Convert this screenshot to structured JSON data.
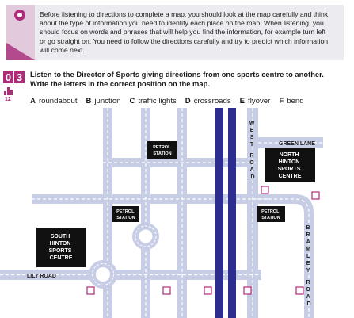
{
  "tip": {
    "icon": "target-icon",
    "lines": [
      "Before listening to directions to complete a map, you should look at the map carefully and think",
      "about the type of information you need to identify each place on the map. When listening, you",
      "should focus on words and phrases that will help you find the information, for example turn left",
      "or go straight on. You need to follow the directions carefully and try to predict which information",
      "will come next."
    ]
  },
  "exercise": {
    "num_1": "0",
    "num_2": "3",
    "track": "12",
    "instruction_1": "Listen to the Director of Sports giving directions from one sports centre to another.",
    "instruction_2": "Write the letters in the correct position on the map.",
    "options": [
      {
        "letter": "A",
        "text": "roundabout"
      },
      {
        "letter": "B",
        "text": "junction"
      },
      {
        "letter": "C",
        "text": "traffic lights"
      },
      {
        "letter": "D",
        "text": "crossroads"
      },
      {
        "letter": "E",
        "text": "flyover"
      },
      {
        "letter": "F",
        "text": "bend"
      }
    ]
  },
  "map": {
    "roads": {
      "green_lane": "GREEN LANE",
      "lily_road": "LILY ROAD",
      "west_road": [
        "W",
        "E",
        "S",
        "T",
        "",
        "R",
        "O",
        "A",
        "D"
      ],
      "bramley_road": [
        "B",
        "R",
        "A",
        "M",
        "L",
        "E",
        "Y",
        "",
        "R",
        "O",
        "A",
        "D"
      ]
    },
    "places": {
      "petrol_1": [
        "PETROL",
        "STATION"
      ],
      "petrol_2": [
        "PETROL",
        "STATION"
      ],
      "petrol_3": [
        "PETROL",
        "STATION"
      ],
      "north_hinton": [
        "NORTH",
        "HINTON",
        "SPORTS",
        "CENTRE"
      ],
      "south_hinton": [
        "SOUTH",
        "HINTON",
        "SPORTS",
        "CENTRE"
      ]
    },
    "colors": {
      "road": "#c8cde6",
      "road_mark": "#ffffff",
      "railway": "#2d2d8f",
      "building": "#111111",
      "answer_box": "#b02a7a"
    }
  }
}
